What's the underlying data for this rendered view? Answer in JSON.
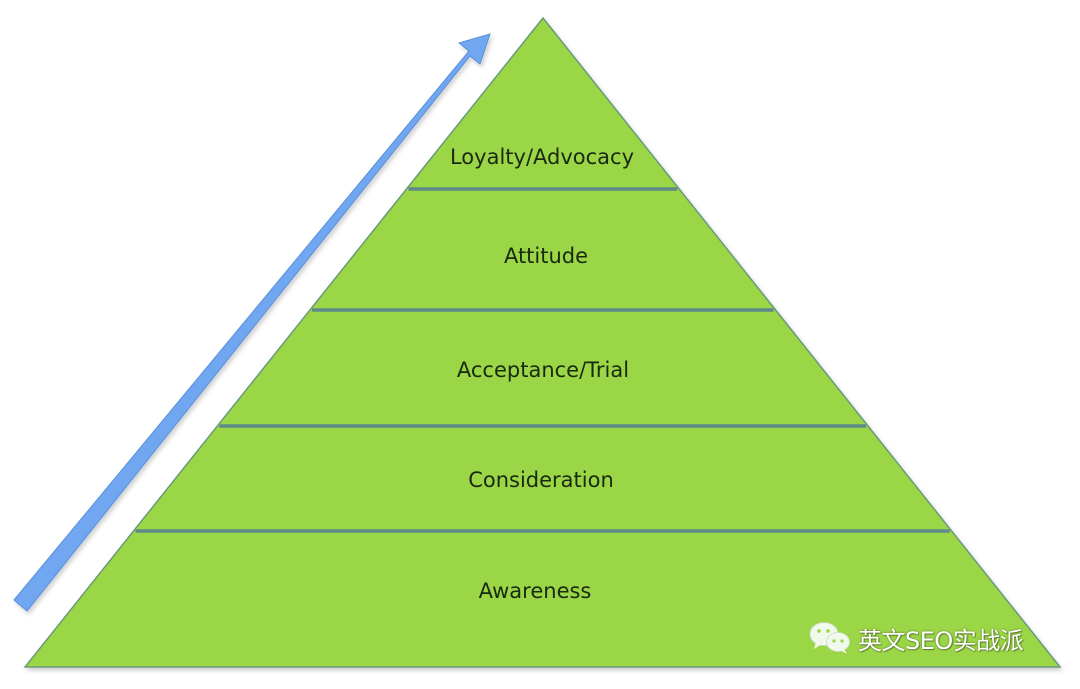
{
  "diagram": {
    "title": "Brand loyalty pyramid",
    "layers_top_to_bottom": [
      {
        "label": "Loyalty/Advocacy"
      },
      {
        "label": "Attitude"
      },
      {
        "label": "Acceptance/Trial"
      },
      {
        "label": "Consideration"
      },
      {
        "label": "Awareness"
      }
    ],
    "arrow": {
      "direction": "up-right",
      "meaning": "progression"
    },
    "colors": {
      "fill": "#9BD646",
      "divider": "#5E8A8C",
      "arrow": "#6FA7F0",
      "text": "#1a2a10"
    }
  },
  "watermark": {
    "icon": "wechat-icon",
    "text": "英文SEO实战派"
  }
}
